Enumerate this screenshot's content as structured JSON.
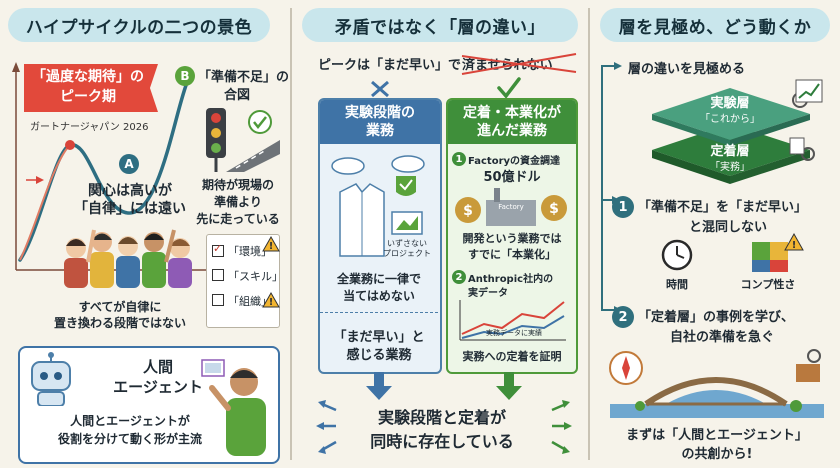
{
  "left": {
    "title": "ハイプサイクルの二つの景色",
    "peak_label_1": "「過度な期待」の",
    "peak_label_2": "ピーク期",
    "source": "ガートナージャパン 2026",
    "point_a": "A",
    "point_b": "B",
    "a_text_1": "関心は高いが",
    "a_text_2": "「自律」には遠い",
    "b_text_1": "「準備不足」の",
    "b_text_2": "合図",
    "b_desc_1": "期待が現場の",
    "b_desc_2": "準備より",
    "b_desc_3": "先に走っている",
    "check_1": "「環境」",
    "check_2": "「スキル」",
    "check_3": "「組織」",
    "crowd_text_1": "すべてが自律に",
    "crowd_text_2": "置き換わる段階ではない",
    "agent_title_1": "人間",
    "agent_title_2": "エージェント",
    "agent_text_1": "人間とエージェントが",
    "agent_text_2": "役割を分けて動く形が主流"
  },
  "middle": {
    "title": "矛盾ではなく「層の違い」",
    "subtitle_1": "ピークは「まだ早い」で",
    "subtitle_2": "済ませられない",
    "exp_head_1": "実験段階の",
    "exp_head_2": "業務",
    "exp_project_1": "いずさない",
    "exp_project_2": "プロジェクト",
    "exp_text_1": "全業務に一律で",
    "exp_text_2": "当てはめない",
    "exp_bottom_1": "「まだ早い」と",
    "exp_bottom_2": "感じる業務",
    "est_head_1": "定着・本業化が",
    "est_head_2": "進んだ業務",
    "est_badge_1": "1",
    "est_item1_1": "Factoryの資金調達",
    "est_item1_2": "50億ドル",
    "factory_label": "Factory",
    "est_item1_3": "開発という業務では",
    "est_item1_4": "すでに「本業化」",
    "est_badge_2": "2",
    "est_item2_1": "Anthropic社内の",
    "est_item2_2": "実データ",
    "chart_label": "実務データに実績",
    "est_item2_3": "実務への定着を証明",
    "bottom_1": "実験段階と定着が",
    "bottom_2": "同時に存在している"
  },
  "right": {
    "title": "層を見極め、どう動くか",
    "layer_caption": "層の違いを見極める",
    "layer_exp_1": "実験層",
    "layer_exp_2": "「これから」",
    "layer_est_1": "定着層",
    "layer_est_2": "「実務」",
    "step1_num": "1",
    "step1_text_1": "「準備不足」を「まだ早い」",
    "step1_text_2": "と混同しない",
    "icon_time": "時間",
    "icon_cost": "コンプ性さ",
    "step2_num": "2",
    "step2_text_1": "「定着層」の事例を学び、",
    "step2_text_2": "自社の準備を急ぐ",
    "footer_1": "まずは「人間とエージェント」",
    "footer_2": "の共創から!"
  },
  "colors": {
    "title_bg": "#c9e6ec",
    "blue": "#3f73a6",
    "green": "#3f8f3a",
    "red": "#d9443a",
    "teal": "#2f6f7d"
  }
}
